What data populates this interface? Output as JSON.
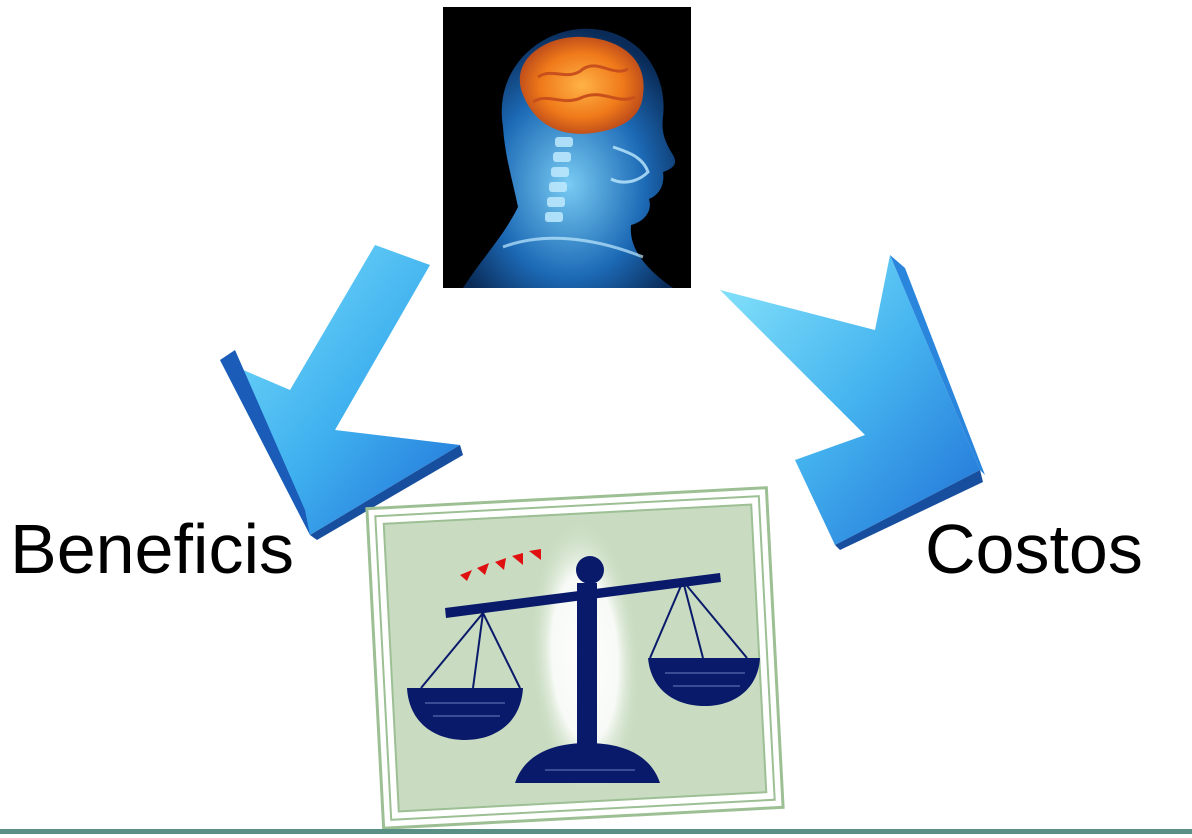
{
  "labels": {
    "left": "Beneficis",
    "right": "Costos"
  },
  "images": {
    "top": "brain-xray-image",
    "center": "balance-scale-image"
  },
  "arrows": {
    "left": "down-left-arrow",
    "right": "down-right-arrow"
  },
  "colors": {
    "arrow_light": "#5fd3f7",
    "arrow_dark": "#1f6fd6",
    "scale_navy": "#0a1a6b",
    "card_green": "#c9dcc1",
    "bottom_line": "#5a8f86"
  }
}
